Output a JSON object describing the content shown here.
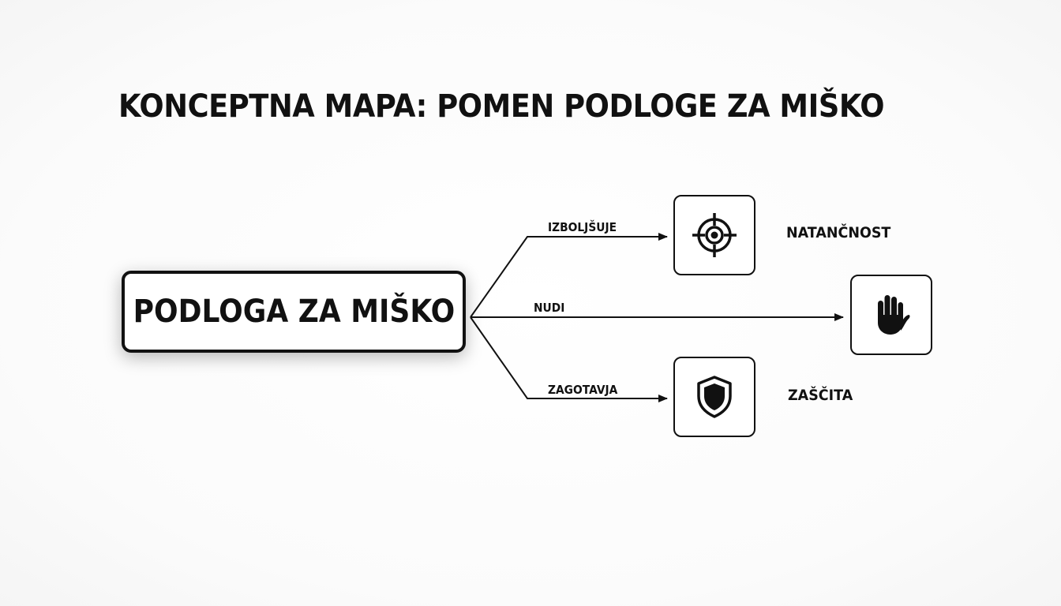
{
  "title": "KONCEPTNA MAPA: POMEN PODLOGE ZA MIŠKO",
  "center": {
    "label": "PODLOGA ZA MIŠKO"
  },
  "branches": [
    {
      "edge_label": "IZBOLJŠUJE",
      "node_label": "NATANČNOST",
      "icon": "target-icon"
    },
    {
      "edge_label": "NUDI",
      "node_label": "",
      "icon": "hand-icon"
    },
    {
      "edge_label": "ZAGOTAVJA",
      "node_label": "ZAŠČITA",
      "icon": "shield-icon"
    }
  ],
  "colors": {
    "ink": "#111111",
    "background": "#ffffff"
  }
}
